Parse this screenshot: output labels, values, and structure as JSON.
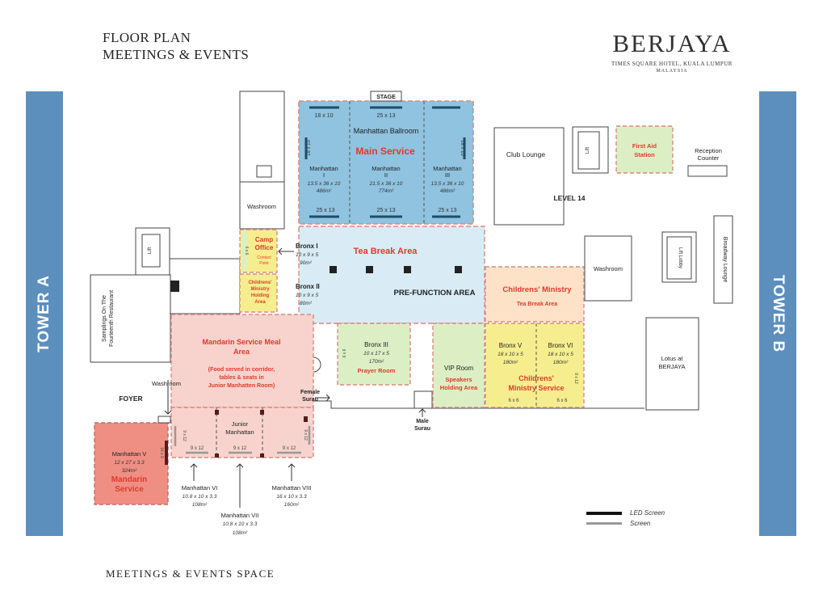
{
  "header": {
    "title_line1": "FLOOR PLAN",
    "title_line2": "MEETINGS & EVENTS",
    "brand_name": "BERJAYA",
    "brand_sub": "TIMES SQUARE HOTEL, KUALA LUMPUR",
    "brand_country": "MALAYSIA"
  },
  "towers": {
    "a": "TOWER A",
    "b": "TOWER B"
  },
  "footer": "MEETINGS & EVENTS SPACE",
  "colors": {
    "tower": "#5d8fbd",
    "ballroom": "#8fc3e0",
    "prefunction": "#d9ecf5",
    "mandarin": "#f8d3cd",
    "mandarin_v": "#ef8f84",
    "green": "#dcefc4",
    "yellow": "#f6ee8e",
    "peach": "#fde2c8",
    "red_text": "#e03a2b",
    "dashed_border": "#e2918a"
  },
  "map": {
    "stage": "STAGE",
    "ballroom": {
      "title": "Manhattan Ballroom",
      "service": "Main Service",
      "dims_top_left": "18 x 10",
      "dims_top_mid": "25 x 13",
      "dims_side_left": "18 x 10",
      "dims_side_right": "18 x 10",
      "dims_bottom": "25 x 13",
      "rooms": [
        {
          "name": "Manhattan",
          "num": "I",
          "dims": "13.5 x 36 x 10",
          "area": "486m²"
        },
        {
          "name": "Manhattan",
          "num": "II",
          "dims": "21.5 x 36 x 10",
          "area": "774m²"
        },
        {
          "name": "Manhattan",
          "num": "III",
          "dims": "13.5 x 36 x 10",
          "area": "486m²"
        }
      ]
    },
    "tea_break": "Tea Break Area",
    "prefunction": "PRE-FUNCTION AREA",
    "bronx1": {
      "name": "Bronx I",
      "dims": "10 x 9 x 5",
      "area": "90m²"
    },
    "bronx2": {
      "name": "Bronx II",
      "dims": "10 x 9 x 5",
      "area": "80m²"
    },
    "camp_office": {
      "line1": "Camp",
      "line2": "Office",
      "note1": "Contact",
      "note2": "Point",
      "dims": "6 x 6"
    },
    "childrens_holding": {
      "line1": "Childrens'",
      "line2": "Ministry",
      "line3": "Holding",
      "line4": "Area"
    },
    "washroom_top": "Washroom",
    "lift": "Lift",
    "lift_lobby": "Lift Lobby",
    "samplings": {
      "line1": "Samplings On The",
      "line2": "Fourteenth Restaurant"
    },
    "mandarin_meal": {
      "line1": "Mandarin Service Meal",
      "line2": "Area",
      "note1": "(Food served in corridor,",
      "note2": "tables & seats in",
      "note3": "Junior Manhatten Room)"
    },
    "bronx3": {
      "name": "Bronx III",
      "dims": "10 x 17 x 5",
      "area": "170m²",
      "use": "Prayer Room",
      "side": "6 x 6"
    },
    "vip": {
      "name": "VIP Room",
      "line2": "Speakers",
      "line3": "Holding Area"
    },
    "bronx5": {
      "name": "Bronx V",
      "dims": "18 x 10 x 5",
      "area": "180m²"
    },
    "bronx6": {
      "name": "Bronx VI",
      "dims": "18 x 10 x 5",
      "area": "180m²"
    },
    "childrens_service": {
      "line1": "Childrens'",
      "line2": "Ministry Service"
    },
    "childrens_tea": {
      "line1": "Childrens' Ministry",
      "line2": "Tea Break Area"
    },
    "dims_6x6": "6 x 6",
    "dims_9x12": "9 x 12",
    "dims_16x9": "16 x 9",
    "club_lounge": "Club Lounge",
    "level": "LEVEL 14",
    "first_aid": {
      "line1": "First Aid",
      "line2": "Station"
    },
    "reception": {
      "line1": "Reception",
      "line2": "Counter"
    },
    "washroom_right": "Washroom",
    "broadway": "Broadway Lounge",
    "lotus": {
      "line1": "Lotus at",
      "line2": "BERJAYA"
    },
    "female_surau": {
      "line1": "Female",
      "line2": "Surau"
    },
    "male_surau": {
      "line1": "Male",
      "line2": "Surau"
    },
    "washroom_left": "Washroom",
    "foyer": "FOYER",
    "junior": {
      "line1": "Junior",
      "line2": "Manhattan"
    },
    "manhattan_v": {
      "name": "Manhattan V",
      "dims": "12 x 27 x 3.3",
      "area": "324m²",
      "service1": "Mandarin",
      "service2": "Service"
    },
    "manhattan_vi": {
      "name": "Manhattan VI",
      "dims": "10.8 x 10 x 3.3",
      "area": "108m²"
    },
    "manhattan_vii": {
      "name": "Manhattan VII",
      "dims": "10.8 x 10 x 3.3",
      "area": "108m²"
    },
    "manhattan_viii": {
      "name": "Manhattan VIII",
      "dims": "16 x 10 x 3.3",
      "area": "160m²"
    },
    "legend": {
      "led": "LED Screen",
      "screen": "Screen"
    }
  }
}
